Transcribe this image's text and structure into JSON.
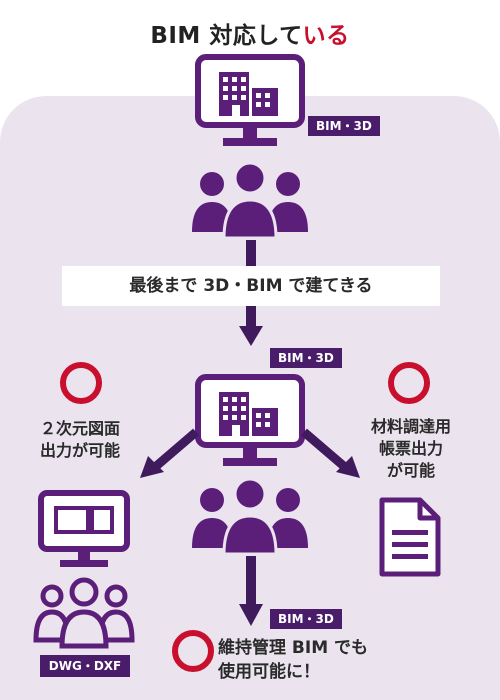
{
  "title": {
    "main": "BIM 対応して",
    "accent": "いる"
  },
  "badges": {
    "top": "BIM・3D",
    "middle": "BIM・3D",
    "bottom": "BIM・3D"
  },
  "banner": "最後まで 3D・BIM で建てきる",
  "left_label": {
    "line1": "２次元図面",
    "line2": "出力が可能"
  },
  "right_label": {
    "line1": "材料調達用",
    "line2": "帳票出力",
    "line3": "が可能"
  },
  "bottom_label": {
    "line1": "維持管理 BIM でも",
    "line2": "使用可能に！"
  },
  "dwg_label": "DWG・DXF",
  "colors": {
    "purple": "#5b1f7a",
    "dark_purple": "#4a1d6b",
    "red": "#c8102e",
    "panel": "#ebe4ef"
  },
  "icons": [
    "monitor-building-icon",
    "people-icon",
    "arrow-down-icon",
    "circle-mark-icon",
    "document-icon",
    "monitor-plan-icon"
  ]
}
